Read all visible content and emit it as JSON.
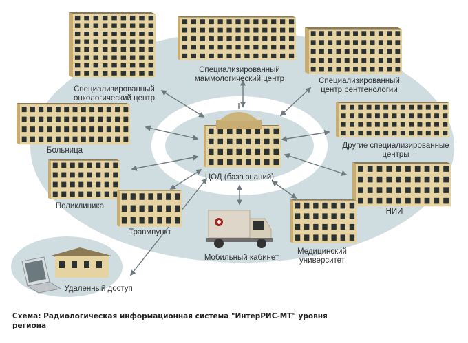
{
  "center_label": "ЦОД (база знаний)",
  "nodes": [
    {
      "id": "oncology",
      "label_lines": [
        "Специализированный",
        "онкологический центр"
      ],
      "icon": "building-icon"
    },
    {
      "id": "mammology",
      "label_lines": [
        "Специализированный",
        "маммологический центр"
      ],
      "icon": "building-icon"
    },
    {
      "id": "radiology",
      "label_lines": [
        "Специализированный",
        "центр рентгенологии"
      ],
      "icon": "building-icon"
    },
    {
      "id": "hospital",
      "label_lines": [
        "Больница"
      ],
      "icon": "building-icon"
    },
    {
      "id": "other",
      "label_lines": [
        "Другие специализированные",
        "центры"
      ],
      "icon": "building-icon"
    },
    {
      "id": "polyclinic",
      "label_lines": [
        "Поликлиника"
      ],
      "icon": "building-icon"
    },
    {
      "id": "trauma",
      "label_lines": [
        "Травмпункт"
      ],
      "icon": "building-icon"
    },
    {
      "id": "research",
      "label_lines": [
        "НИИ"
      ],
      "icon": "building-icon"
    },
    {
      "id": "mobile",
      "label_lines": [
        "Мобильный кабинет"
      ],
      "icon": "truck-icon"
    },
    {
      "id": "university",
      "label_lines": [
        "Медицинский",
        "университет"
      ],
      "icon": "building-icon"
    },
    {
      "id": "remote",
      "label_lines": [
        "Удаленный доступ"
      ],
      "icon": "laptop-icon"
    }
  ],
  "caption": "Схема: Радиологическая информационная система \"ИнтерРИС-МТ\" уровня региона",
  "colors": {
    "ellipse_fill": "#cfdde0",
    "ring": "#ffffff",
    "arrow": "#707a7e",
    "wall": "#e6d3a2",
    "wall_dark": "#c8ad72",
    "roof": "#8c7a55",
    "window": "#2c3132",
    "dome": "#ccb57a"
  }
}
